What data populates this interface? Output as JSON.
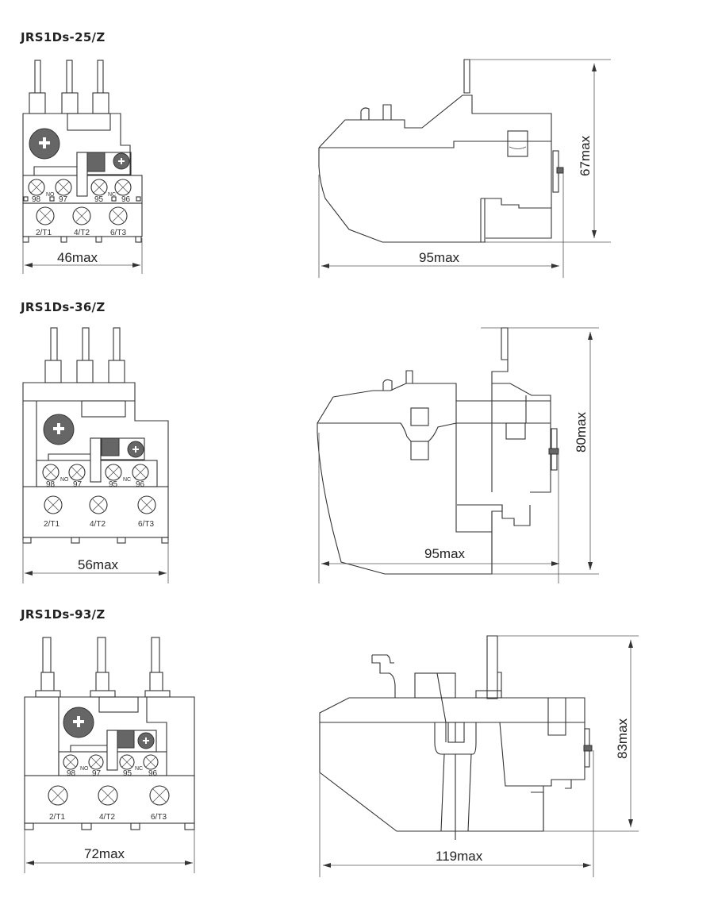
{
  "models": [
    {
      "name": "JRS1Ds-25/Z",
      "front_width": "46max",
      "side_width": "95max",
      "side_height": "67max",
      "aux_terminals": [
        "98",
        "97",
        "95",
        "96"
      ],
      "aux_labels": [
        "NO",
        "NC"
      ],
      "main_terminals": [
        "2/T1",
        "4/T2",
        "6/T3"
      ]
    },
    {
      "name": "JRS1Ds-36/Z",
      "front_width": "56max",
      "side_width": "95max",
      "side_height": "80max",
      "aux_terminals": [
        "98",
        "97",
        "95",
        "96"
      ],
      "aux_labels": [
        "NO",
        "NC"
      ],
      "main_terminals": [
        "2/T1",
        "4/T2",
        "6/T3"
      ]
    },
    {
      "name": "JRS1Ds-93/Z",
      "front_width": "72max",
      "side_width": "119max",
      "side_height": "83max",
      "aux_terminals": [
        "98",
        "97",
        "95",
        "96"
      ],
      "aux_labels": [
        "NO",
        "NC"
      ],
      "main_terminals": [
        "2/T1",
        "4/T2",
        "6/T3"
      ]
    }
  ]
}
